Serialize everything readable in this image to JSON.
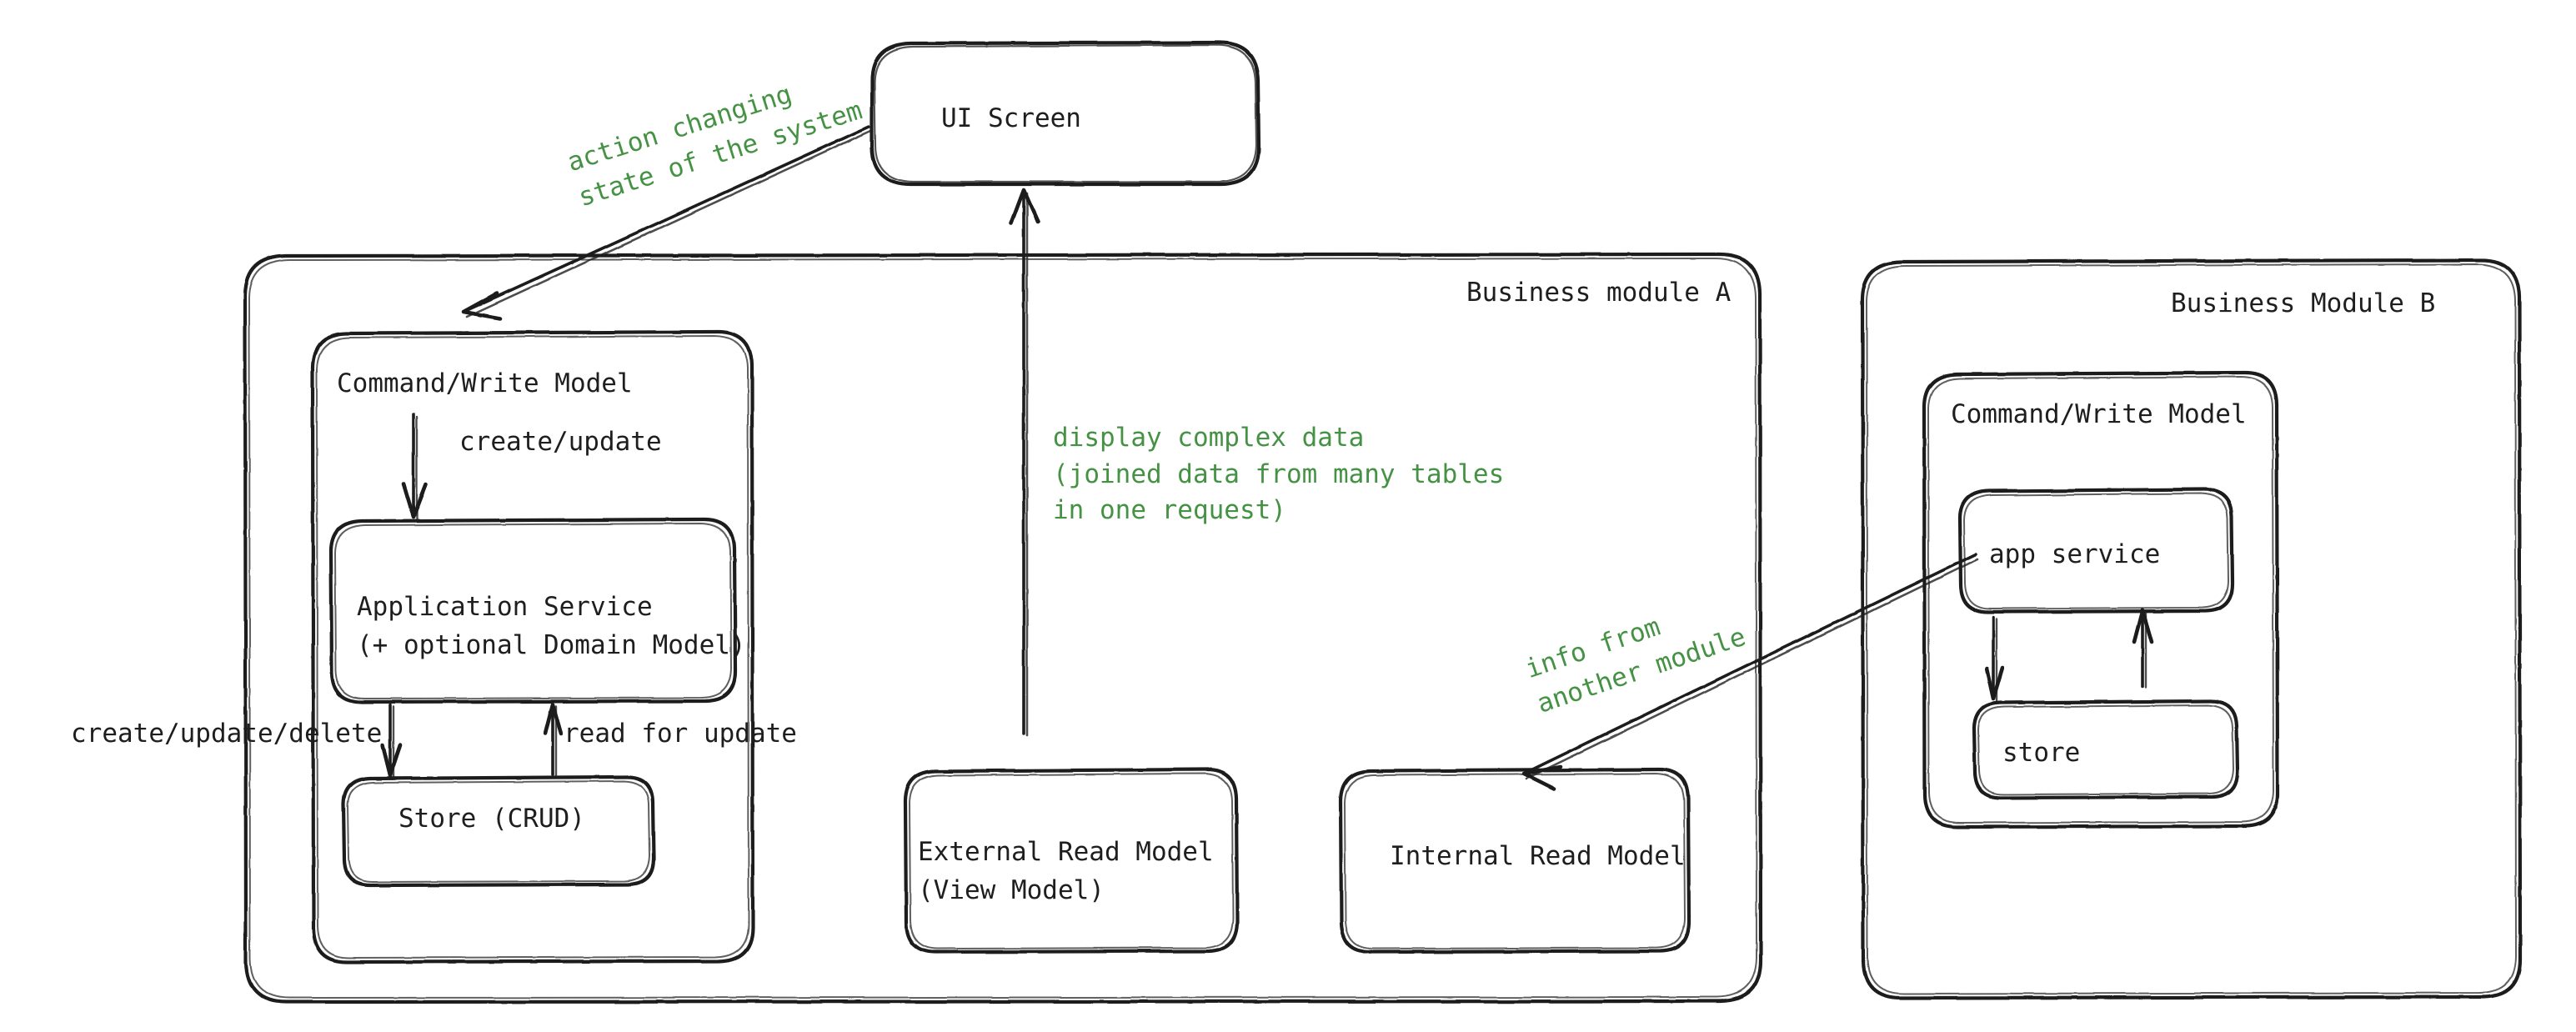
{
  "diagram": {
    "title": "CQRS-style business module architecture",
    "style": "hand-drawn sketch",
    "colors": {
      "stroke": "#1e1e1e",
      "background": "#ffffff",
      "annotation_green": "#459245"
    },
    "nodes": {
      "ui_screen": {
        "label": "UI Screen"
      },
      "module_a": {
        "label": "Business module A",
        "command_write_model": {
          "label": "Command/Write Model"
        },
        "application_service": {
          "line1": "Application Service",
          "line2": "(+ optional Domain Model)"
        },
        "store_crud": {
          "label": "Store (CRUD)"
        },
        "external_read_model": {
          "line1": "External Read Model",
          "line2": "(View Model)"
        },
        "internal_read_model": {
          "label": "Internal Read Model"
        }
      },
      "module_b": {
        "label": "Business Module B",
        "command_write_model": {
          "label": "Command/Write Model"
        },
        "app_service": {
          "label": "app service"
        },
        "store": {
          "label": "store"
        }
      }
    },
    "edge_labels": {
      "action_changing_state": {
        "line1": "action changing",
        "line2": "state of the system",
        "color": "green"
      },
      "display_complex_data": {
        "line1": "display complex data",
        "line2": "(joined data from many tables",
        "line3": "in one request)",
        "color": "green"
      },
      "info_from_another_module": {
        "line1": "info from",
        "line2": "another module",
        "color": "green"
      },
      "create_update": {
        "label": "create/update",
        "color": "black"
      },
      "create_update_delete": {
        "label": "create/update/delete",
        "color": "black"
      },
      "read_for_update": {
        "label": "read for update",
        "color": "black"
      }
    }
  }
}
